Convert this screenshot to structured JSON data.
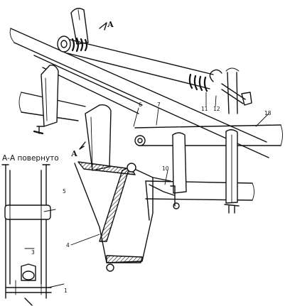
{
  "section_view_label": "А-А повернуто",
  "section_marks": [
    "А",
    "А"
  ],
  "callouts": [
    "1",
    "3",
    "4",
    "5",
    "6",
    "7",
    "10",
    "11",
    "12",
    "18"
  ]
}
